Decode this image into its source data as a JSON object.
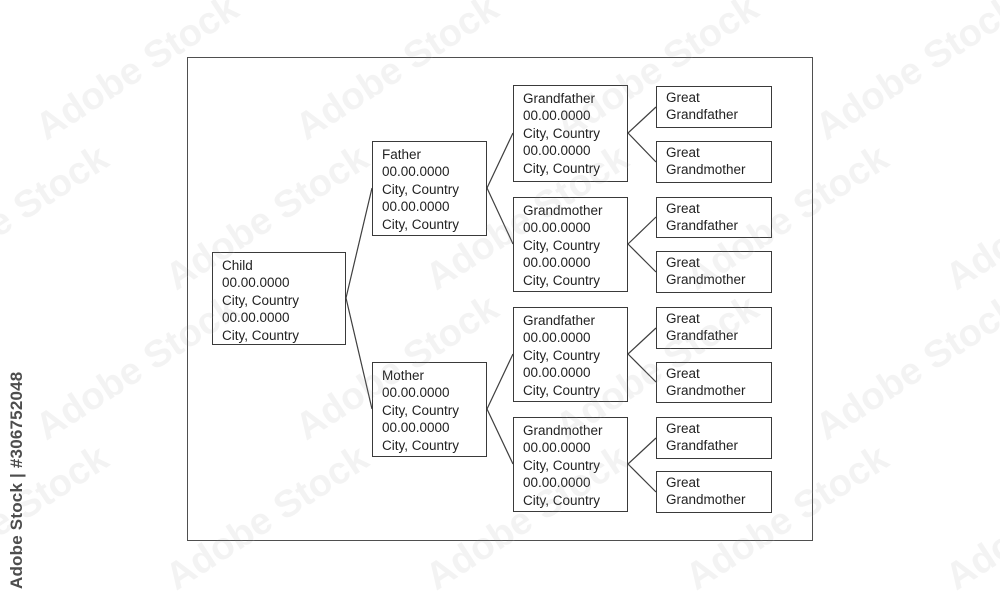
{
  "watermark": {
    "brand": "Adobe Stock",
    "credit": "Adobe Stock | #306752048"
  },
  "colors": {
    "box_border": "#3a3a3a",
    "connector_line": "#3f3f3f",
    "text": "#222222",
    "background": "#ffffff"
  },
  "tree": {
    "child": {
      "lines": [
        "Child",
        "00.00.0000",
        "City, Country",
        "00.00.0000",
        "City, Country"
      ]
    },
    "father": {
      "lines": [
        "Father",
        "00.00.0000",
        "City, Country",
        "00.00.0000",
        "City, Country"
      ]
    },
    "mother": {
      "lines": [
        "Mother",
        "00.00.0000",
        "City, Country",
        "00.00.0000",
        "City, Country"
      ]
    },
    "grandparents": [
      {
        "lines": [
          "Grandfather",
          "00.00.0000",
          "City, Country",
          "00.00.0000",
          "City, Country"
        ]
      },
      {
        "lines": [
          "Grandmother",
          "00.00.0000",
          "City, Country",
          "00.00.0000",
          "City, Country"
        ]
      },
      {
        "lines": [
          "Grandfather",
          "00.00.0000",
          "City, Country",
          "00.00.0000",
          "City, Country"
        ]
      },
      {
        "lines": [
          "Grandmother",
          "00.00.0000",
          "City, Country",
          "00.00.0000",
          "City, Country"
        ]
      }
    ],
    "great_grandparents": [
      {
        "lines": [
          "Great",
          "Grandfather"
        ]
      },
      {
        "lines": [
          "Great",
          "Grandmother"
        ]
      },
      {
        "lines": [
          "Great",
          "Grandfather"
        ]
      },
      {
        "lines": [
          "Great",
          "Grandmother"
        ]
      },
      {
        "lines": [
          "Great",
          "Grandfather"
        ]
      },
      {
        "lines": [
          "Great",
          "Grandmother"
        ]
      },
      {
        "lines": [
          "Great",
          "Grandfather"
        ]
      },
      {
        "lines": [
          "Great",
          "Grandmother"
        ]
      }
    ]
  }
}
